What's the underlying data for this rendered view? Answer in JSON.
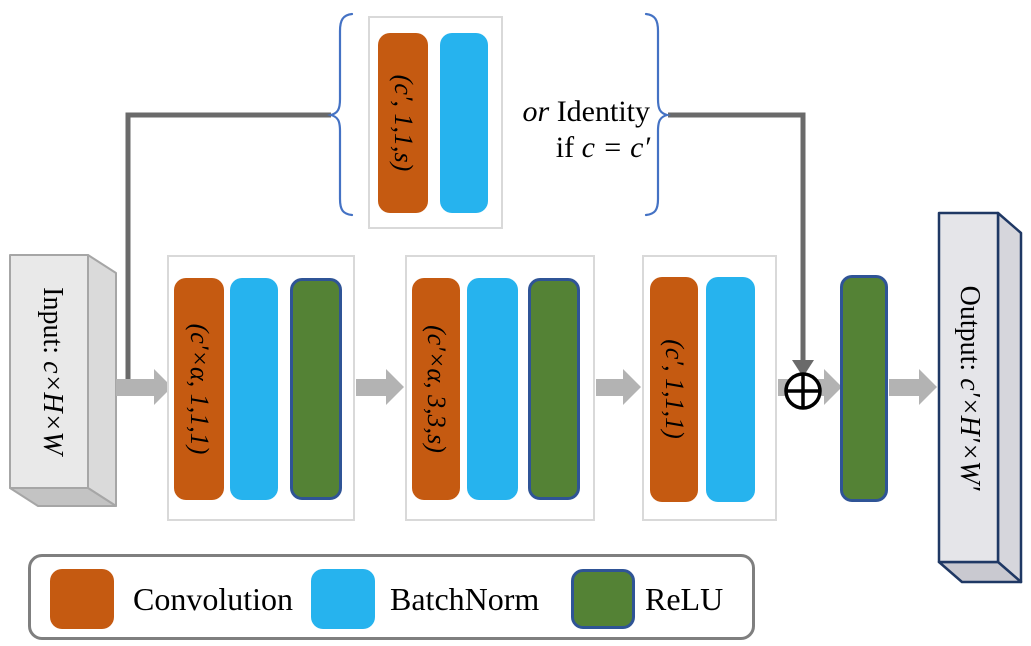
{
  "diagram": {
    "input": {
      "prefix": "Input: ",
      "dims": "c×H×W"
    },
    "output": {
      "prefix": "Output: ",
      "dims": "c′×H′×W′"
    },
    "shortcut": {
      "conv_label": "(c′, 1,1,s)",
      "or_word": "or",
      "identity_word": "Identity",
      "if_word": "if",
      "condition": "c = c′"
    },
    "main_path": {
      "groups": [
        {
          "conv_label": "(c′×α, 1,1,1)",
          "layers": [
            "Convolution",
            "BatchNorm",
            "ReLU"
          ]
        },
        {
          "conv_label": "(c′×α, 3,3,s)",
          "layers": [
            "Convolution",
            "BatchNorm",
            "ReLU"
          ]
        },
        {
          "conv_label": "(c′, 1,1,1)",
          "layers": [
            "Convolution",
            "BatchNorm"
          ]
        }
      ],
      "add_operator": "⊕",
      "post_add_layer": "ReLU"
    },
    "legend": {
      "items": [
        {
          "label": "Convolution",
          "color": "#C55A11"
        },
        {
          "label": "BatchNorm",
          "color": "#26B3EE"
        },
        {
          "label": "ReLU",
          "color": "#548235",
          "border_color": "#2F5496"
        }
      ]
    },
    "colors": {
      "convolution": "#C55A11",
      "batchnorm": "#26B3EE",
      "relu": "#548235",
      "relu_border": "#2F5496",
      "skip_line": "#6A6A6A",
      "arrow": "#B3B3B3",
      "brace": "#4472C4",
      "group_border": "#D9D9D9",
      "input_box_border": "#A6A6A6",
      "output_box_border": "#1F3864"
    }
  }
}
